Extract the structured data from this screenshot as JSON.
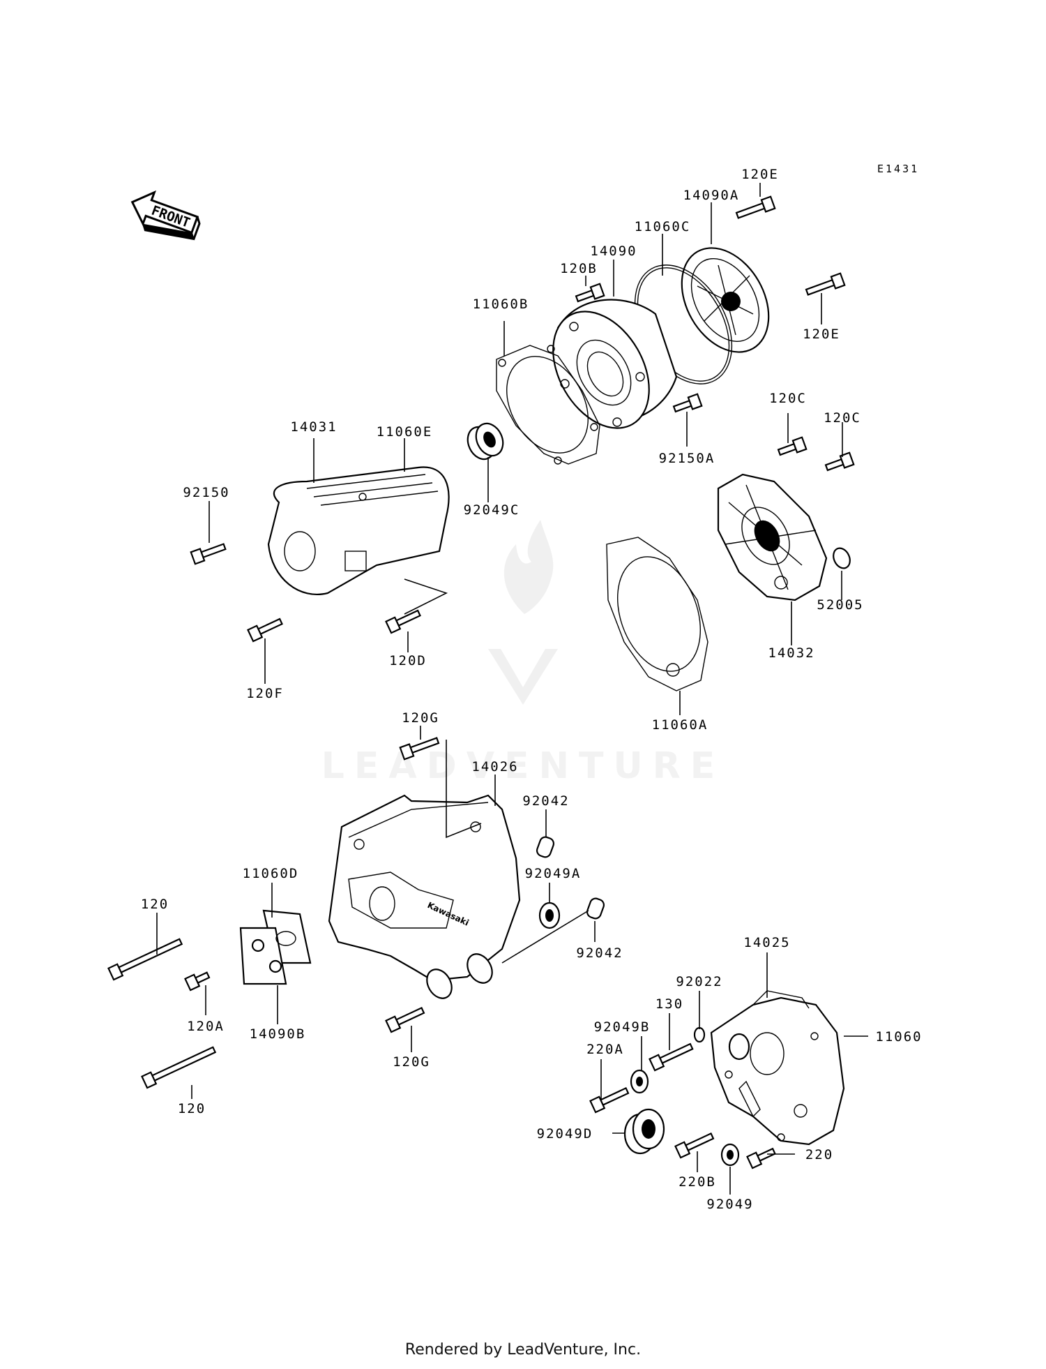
{
  "diagram": {
    "drawing_code": "E1431",
    "orientation_label": "FRONT",
    "watermark": "LEADVENTURE",
    "footer": "Rendered by LeadVenture, Inc.",
    "labels": [
      {
        "id": "l-120e-top",
        "text": "120E"
      },
      {
        "id": "l-14090a",
        "text": "14090A"
      },
      {
        "id": "l-11060c",
        "text": "11060C"
      },
      {
        "id": "l-14090",
        "text": "14090"
      },
      {
        "id": "l-120b",
        "text": "120B"
      },
      {
        "id": "l-11060b",
        "text": "11060B"
      },
      {
        "id": "l-120e-right",
        "text": "120E"
      },
      {
        "id": "l-120c-left",
        "text": "120C"
      },
      {
        "id": "l-120c-right",
        "text": "120C"
      },
      {
        "id": "l-92150a",
        "text": "92150A"
      },
      {
        "id": "l-14031",
        "text": "14031"
      },
      {
        "id": "l-11060e",
        "text": "11060E"
      },
      {
        "id": "l-92150",
        "text": "92150"
      },
      {
        "id": "l-92049c",
        "text": "92049C"
      },
      {
        "id": "l-52005",
        "text": "52005"
      },
      {
        "id": "l-14032",
        "text": "14032"
      },
      {
        "id": "l-120f",
        "text": "120F"
      },
      {
        "id": "l-120d",
        "text": "120D"
      },
      {
        "id": "l-11060a",
        "text": "11060A"
      },
      {
        "id": "l-120g-top",
        "text": "120G"
      },
      {
        "id": "l-14026",
        "text": "14026"
      },
      {
        "id": "l-92042-top",
        "text": "92042"
      },
      {
        "id": "l-11060d",
        "text": "11060D"
      },
      {
        "id": "l-92049a",
        "text": "92049A"
      },
      {
        "id": "l-120-top",
        "text": "120"
      },
      {
        "id": "l-92042-bottom",
        "text": "92042"
      },
      {
        "id": "l-14025",
        "text": "14025"
      },
      {
        "id": "l-92022",
        "text": "92022"
      },
      {
        "id": "l-130",
        "text": "130"
      },
      {
        "id": "l-92049b",
        "text": "92049B"
      },
      {
        "id": "l-11060",
        "text": "11060"
      },
      {
        "id": "l-120a",
        "text": "120A"
      },
      {
        "id": "l-14090b",
        "text": "14090B"
      },
      {
        "id": "l-220a",
        "text": "220A"
      },
      {
        "id": "l-120g-bottom",
        "text": "120G"
      },
      {
        "id": "l-120-bottom",
        "text": "120"
      },
      {
        "id": "l-92049d",
        "text": "92049D"
      },
      {
        "id": "l-220",
        "text": "220"
      },
      {
        "id": "l-220b",
        "text": "220B"
      },
      {
        "id": "l-92049",
        "text": "92049"
      }
    ]
  }
}
